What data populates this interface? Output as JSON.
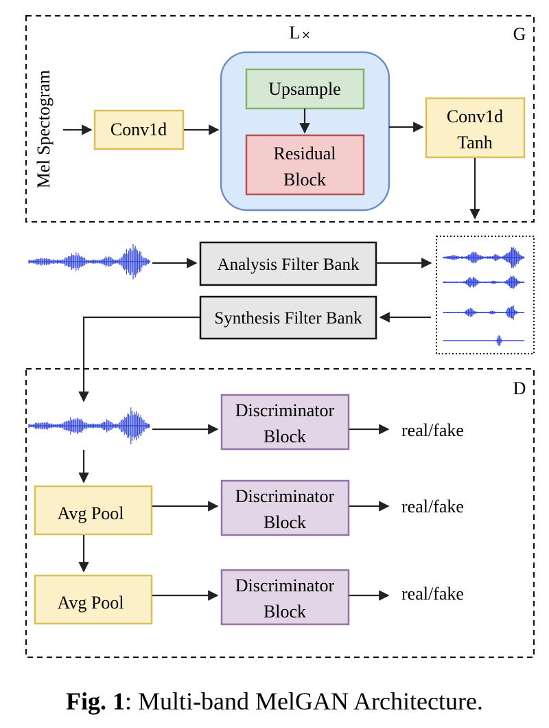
{
  "generator": {
    "tag": "G",
    "loop_label": "L",
    "loop_mark": "×",
    "input_label": "Mel Spectogram",
    "conv_in": "Conv1d",
    "upsample": "Upsample",
    "residual_line1": "Residual",
    "residual_line2": "Block",
    "conv_out_line1": "Conv1d",
    "conv_out_line2": "Tanh"
  },
  "filters": {
    "analysis": "Analysis Filter Bank",
    "synthesis": "Synthesis Filter Bank"
  },
  "discriminator": {
    "tag": "D",
    "avg_pool_1": "Avg Pool",
    "avg_pool_2": "Avg Pool",
    "blocks": [
      {
        "line1": "Discriminator",
        "line2": "Block",
        "output": "real/fake"
      },
      {
        "line1": "Discriminator",
        "line2": "Block",
        "output": "real/fake"
      },
      {
        "line1": "Discriminator",
        "line2": "Block",
        "output": "real/fake"
      }
    ]
  },
  "caption": {
    "prefix": "Fig. 1",
    "text": ": Multi-band MelGAN Architecture."
  },
  "colors": {
    "yellow_fill": "#fbf0c8",
    "yellow_stroke": "#d8bf5a",
    "green_fill": "#d5e8d4",
    "green_stroke": "#82b366",
    "red_fill": "#f4cccc",
    "red_stroke": "#b85450",
    "blue_fill": "#dae8fc",
    "blue_stroke": "#6c8ebf",
    "gray_fill": "#e6e6e6",
    "purple_fill": "#e1d5e7",
    "purple_stroke": "#9673a6",
    "wave": "#2a3fd8"
  }
}
